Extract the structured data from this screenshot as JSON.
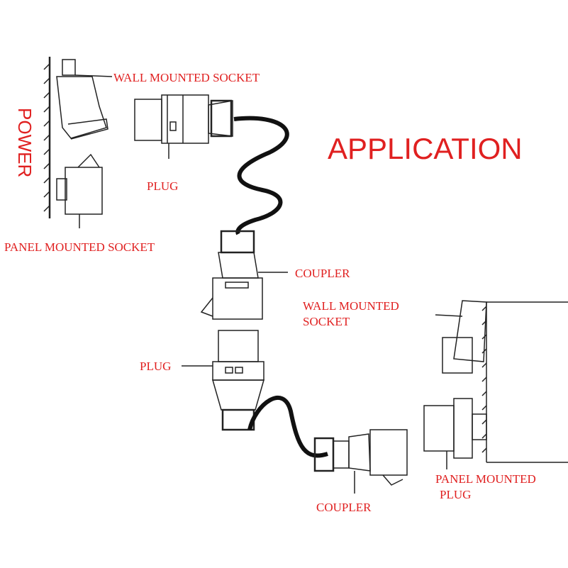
{
  "title": "APPLICATION",
  "power_label": "POWER",
  "colors": {
    "label": "#e02020",
    "line": "#222222",
    "cable": "#111111"
  },
  "labels": {
    "wall_socket_top": "WALL MOUNTED SOCKET",
    "plug_top": "PLUG",
    "panel_socket": "PANEL MOUNTED SOCKET",
    "coupler_mid": "COUPLER",
    "wall_socket_right_1": "WALL MOUNTED",
    "wall_socket_right_2": "SOCKET",
    "plug_mid": "PLUG",
    "panel_plug_1": "PANEL MOUNTED",
    "panel_plug_2": "PLUG",
    "coupler_bottom": "COUPLER"
  }
}
